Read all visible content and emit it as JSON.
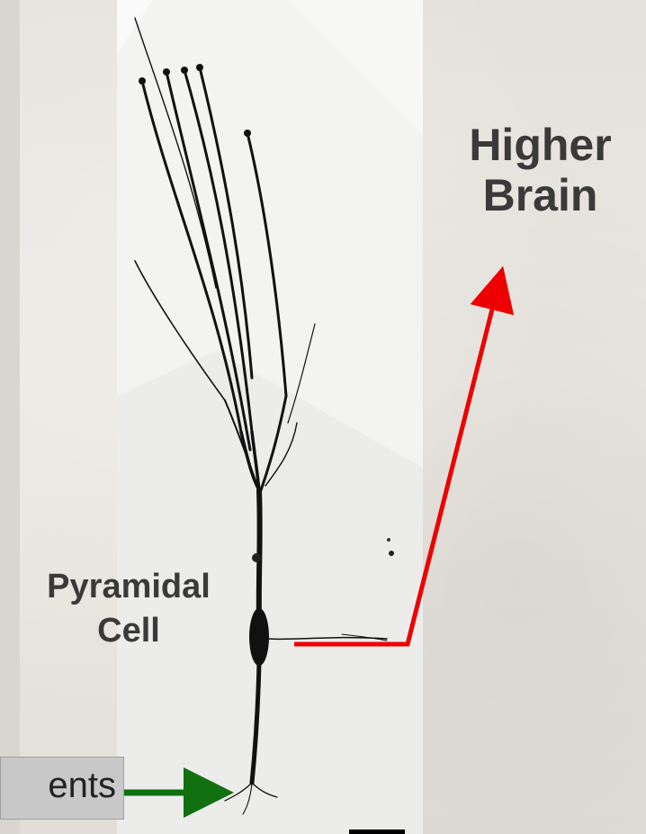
{
  "labels": {
    "higher_brain_line1": "Higher",
    "higher_brain_line2": "Brain",
    "pyramidal_line1": "Pyramidal",
    "pyramidal_line2": "Cell",
    "afferents": "ents"
  },
  "icons": {
    "output_arrow": "red-arrow-icon",
    "input_arrow": "green-arrow-icon"
  },
  "colors": {
    "output_arrow": "#ee0000",
    "input_arrow": "#107010",
    "label_text": "#3a3a3a",
    "afferents_box": "#c8c8c8"
  }
}
